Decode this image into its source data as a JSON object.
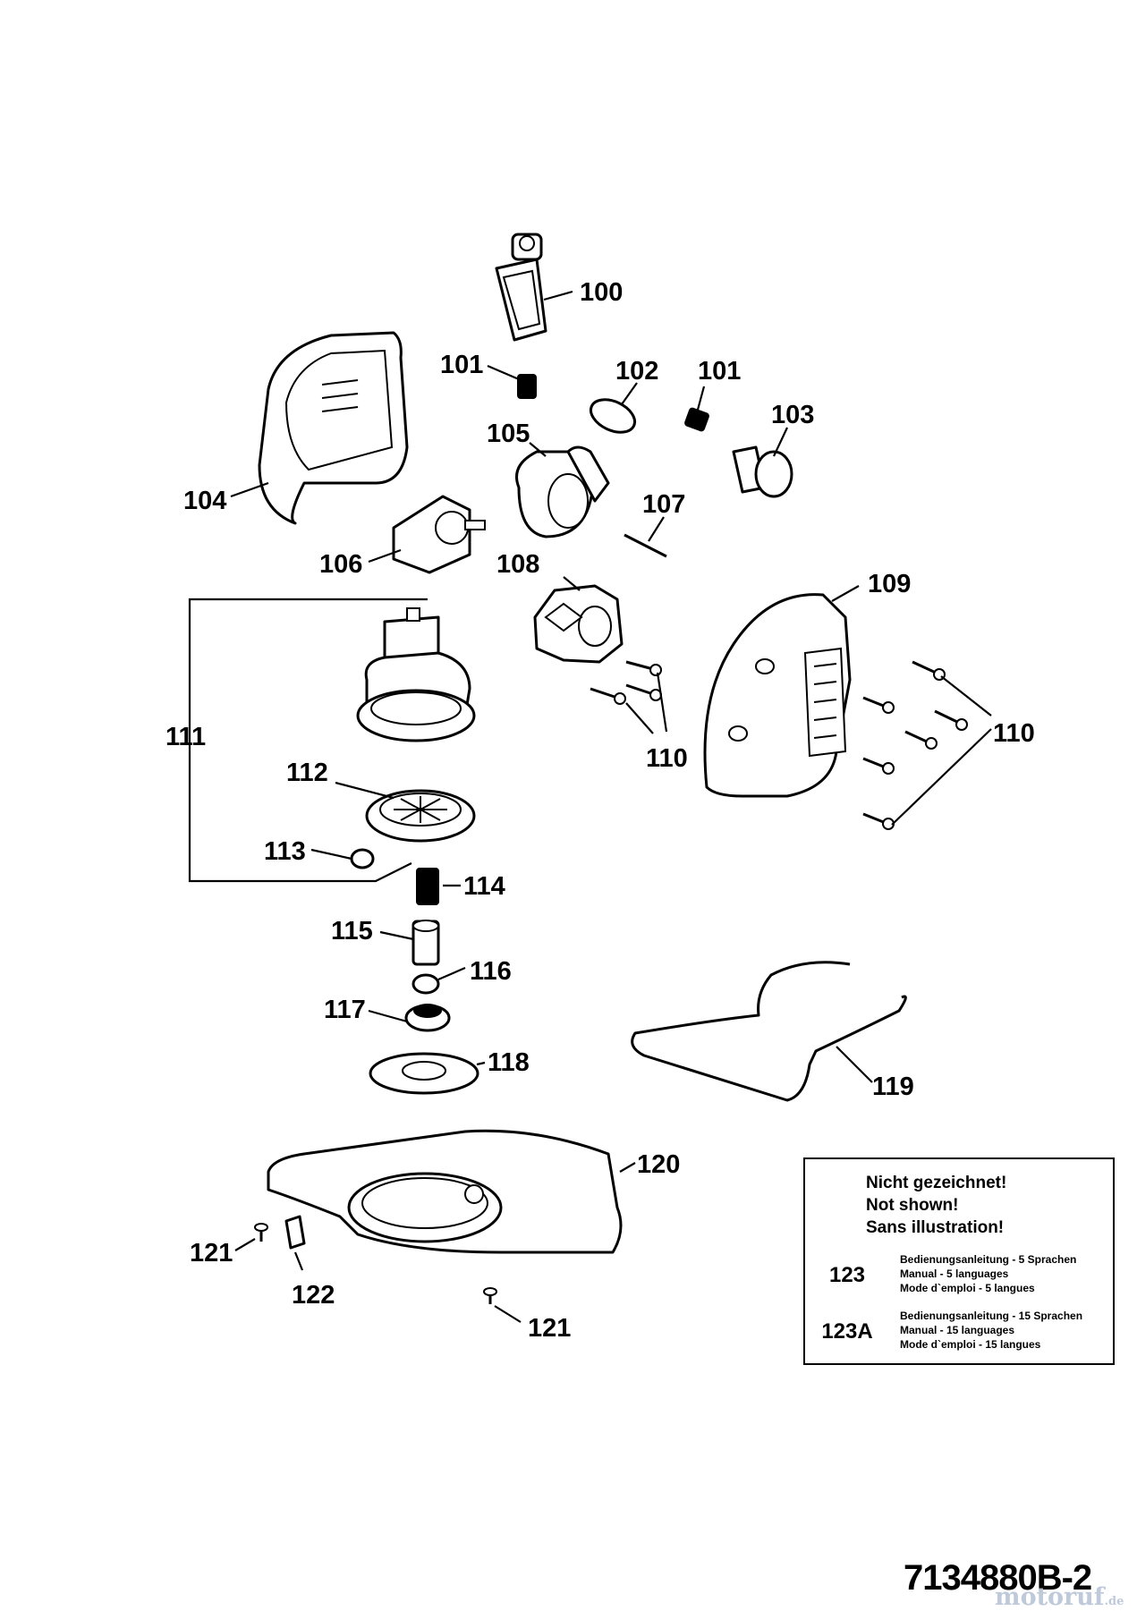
{
  "labels": {
    "l100": "100",
    "l101a": "101",
    "l101b": "101",
    "l102": "102",
    "l103": "103",
    "l104": "104",
    "l105": "105",
    "l106": "106",
    "l107": "107",
    "l108": "108",
    "l109": "109",
    "l110a": "110",
    "l110b": "110",
    "l111": "111",
    "l112": "112",
    "l113": "113",
    "l114": "114",
    "l115": "115",
    "l116": "116",
    "l117": "117",
    "l118": "118",
    "l119": "119",
    "l120": "120",
    "l121a": "121",
    "l121b": "121",
    "l122": "122"
  },
  "notice": {
    "line1": "Nicht gezeichnet!",
    "line2": "Not shown!",
    "line3": "Sans illustration!"
  },
  "manuals": [
    {
      "num": "123",
      "de": "Bedienungsanleitung - 5 Sprachen",
      "en": "Manual - 5 languages",
      "fr": "Mode d`emploi - 5 langues"
    },
    {
      "num": "123A",
      "de": "Bedienungsanleitung - 15 Sprachen",
      "en": "Manual - 15 languages",
      "fr": "Mode d`emploi - 15 langues"
    }
  ],
  "doc_number": "7134880B-2",
  "watermark": {
    "main": "motoruf",
    "tld": ".de"
  }
}
